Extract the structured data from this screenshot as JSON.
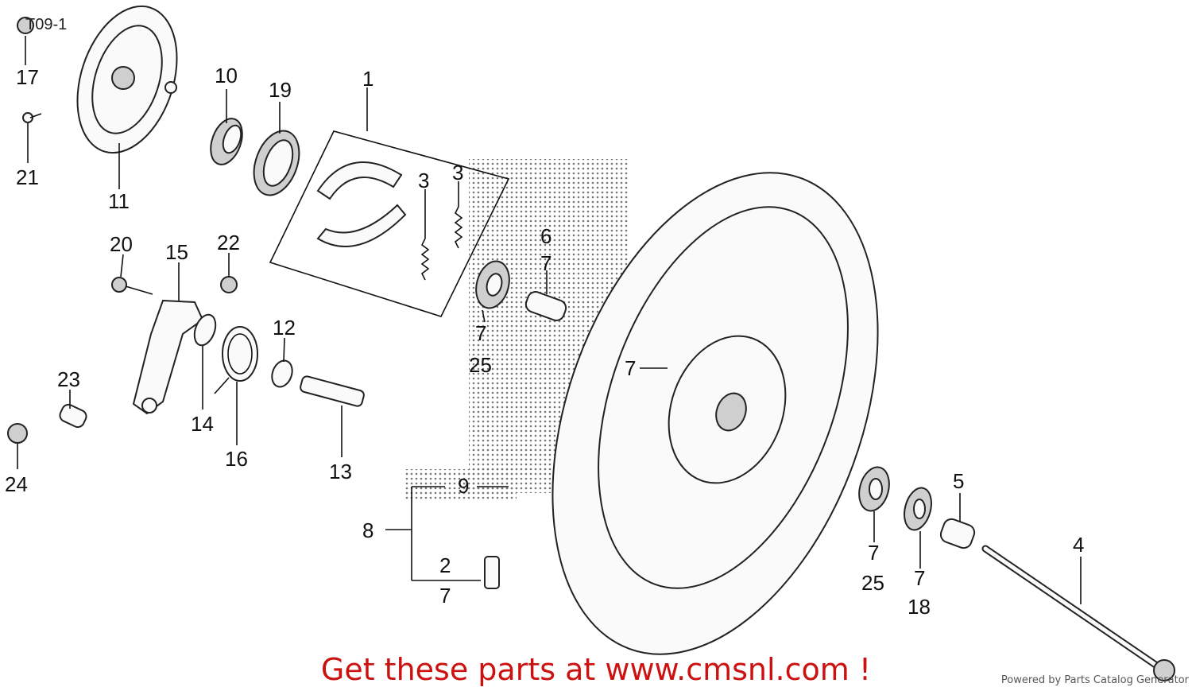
{
  "diagram": {
    "page_label": "T09-1",
    "callouts": [
      "17",
      "21",
      "11",
      "10",
      "19",
      "1",
      "3",
      "3",
      "6",
      "7",
      "7",
      "25",
      "20",
      "15",
      "22",
      "12",
      "23",
      "14",
      "16",
      "13",
      "24",
      "7",
      "8",
      "9",
      "2",
      "7",
      "5",
      "7",
      "25",
      "7",
      "18",
      "4"
    ]
  },
  "footer": {
    "promo": "Get these parts at www.cmsnl.com !",
    "powered_by": "Powered by Parts Catalog Generator"
  }
}
